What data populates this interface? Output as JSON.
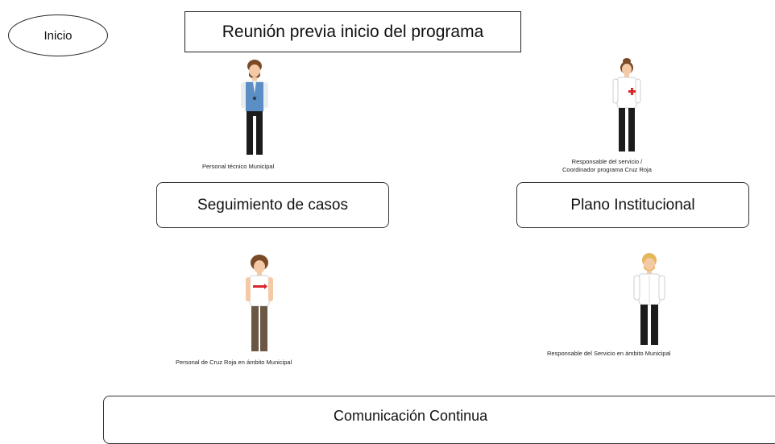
{
  "flow": {
    "start_label": "Inicio",
    "title": "Reunión previa inicio del programa",
    "box_seguimiento": "Seguimiento de casos",
    "box_plano": "Plano Institucional",
    "box_comunicacion": "Comunicación Continua"
  },
  "people": {
    "tecnico_caption": "Personal técnico Municipal",
    "responsable_cr_caption_line1": "Responsable del servicio /",
    "responsable_cr_caption_line2": "Coordinador programa Cruz Roja",
    "personal_cr_caption": "Personal de Cruz Roja en ámbito Municipal",
    "responsable_muni_caption": "Responsable del Servicio en ámbito Municipal"
  },
  "icons": {
    "tecnico": "person-vest-icon",
    "responsable_cr": "person-red-cross-icon",
    "personal_cr": "person-red-shirt-icon",
    "responsable_muni": "person-white-shirt-icon"
  },
  "colors": {
    "vest_blue": "#5b8ec4",
    "red_cross": "#d9262b",
    "skin": "#f3c9a6",
    "hair_brown": "#7a4a26",
    "hair_blond": "#e6b65a"
  }
}
